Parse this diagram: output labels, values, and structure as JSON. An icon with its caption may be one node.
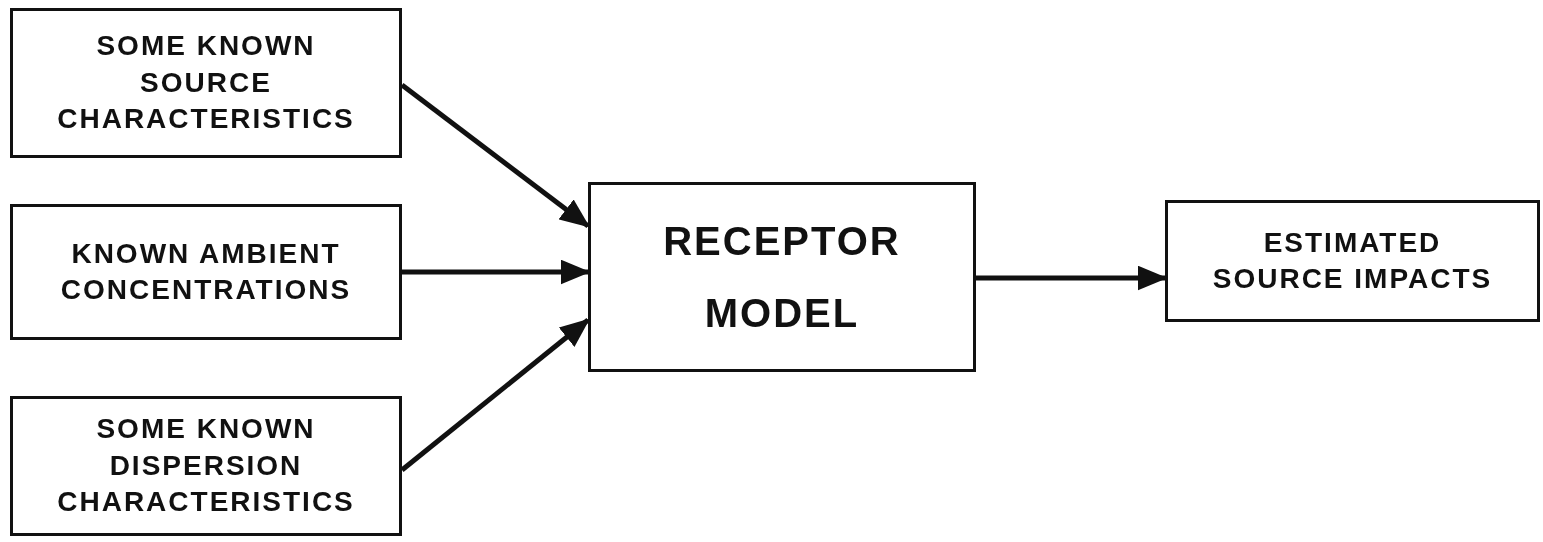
{
  "diagram": {
    "nodes": [
      {
        "text": [
          "SOME KNOWN SOURCE CHARACTERISTICS"
        ]
      },
      {
        "text": [
          "KNOWN AMBIENT CONCENTRATIONS"
        ]
      },
      {
        "text": [
          "SOME KNOWN DISPERSION CHARACTERISTICS"
        ]
      },
      {
        "text": [
          "RECEPTOR MODEL"
        ]
      },
      {
        "text": [
          "ESTIMATED SOURCE IMPACTS"
        ]
      }
    ],
    "edges": [
      {
        "from": 0,
        "to": 3,
        "arrow": "to"
      },
      {
        "from": 1,
        "to": 3,
        "arrow": "to"
      },
      {
        "from": 2,
        "to": 3,
        "arrow": "to"
      },
      {
        "from": 3,
        "to": 4,
        "arrow": "to"
      }
    ]
  }
}
